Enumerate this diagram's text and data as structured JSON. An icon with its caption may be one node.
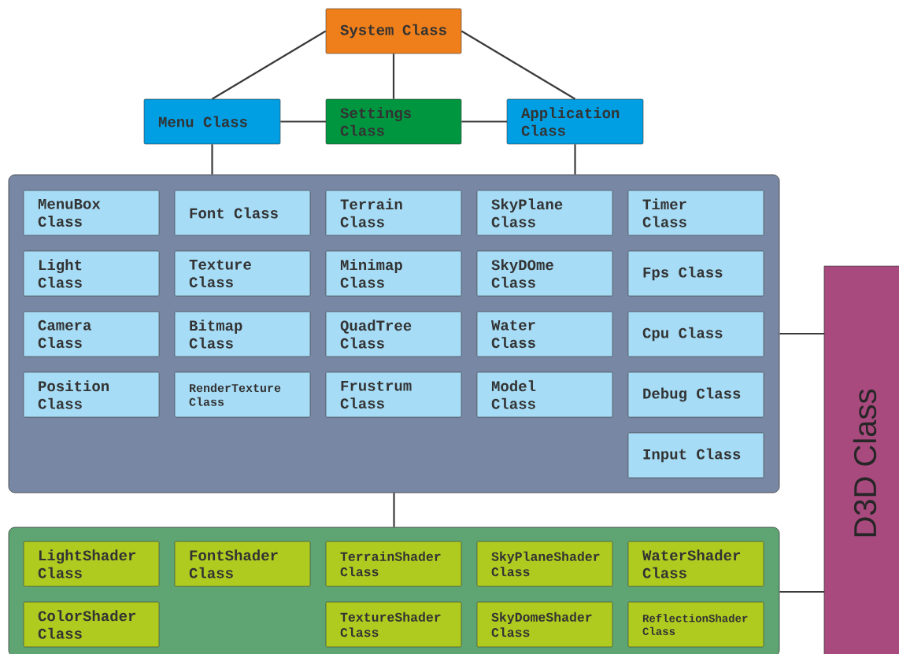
{
  "diagram": {
    "nodes": [
      {
        "text": [
          "System Class"
        ]
      },
      {
        "text": [
          "Menu Class"
        ]
      },
      {
        "text": [
          "Settings Class"
        ]
      },
      {
        "text": [
          "Application Class"
        ]
      },
      {
        "text": [],
        "shape": "box"
      },
      {
        "text": [
          "MenuBox Class"
        ],
        "in": 4
      },
      {
        "text": [
          "Font Class"
        ],
        "in": 4
      },
      {
        "text": [
          "Terrain Class"
        ],
        "in": 4
      },
      {
        "text": [
          "SkyPlane Class"
        ],
        "in": 4
      },
      {
        "text": [
          "Timer Class"
        ],
        "in": 4
      },
      {
        "text": [
          "Light Class"
        ],
        "in": 4
      },
      {
        "text": [
          "Texture Class"
        ],
        "in": 4
      },
      {
        "text": [
          "Minimap Class"
        ],
        "in": 4
      },
      {
        "text": [
          "SkyDOme Class"
        ],
        "in": 4
      },
      {
        "text": [
          "Fps Class"
        ],
        "in": 4
      },
      {
        "text": [
          "Camera Class"
        ],
        "in": 4
      },
      {
        "text": [
          "Bitmap Class"
        ],
        "in": 4
      },
      {
        "text": [
          "QuadTree Class"
        ],
        "in": 4
      },
      {
        "text": [
          "Water Class"
        ],
        "in": 4
      },
      {
        "text": [
          "Cpu Class"
        ],
        "in": 4
      },
      {
        "text": [
          "Position Class"
        ],
        "in": 4
      },
      {
        "text": [
          "RenderTexture Class"
        ],
        "in": 4
      },
      {
        "text": [
          "Frustrum Class"
        ],
        "in": 4
      },
      {
        "text": [
          "Model Class"
        ],
        "in": 4
      },
      {
        "text": [
          "Debug Class"
        ],
        "in": 4
      },
      {
        "text": [
          "Input Class"
        ],
        "in": 4
      },
      {
        "text": [],
        "shape": "box"
      },
      {
        "text": [
          "LightShader Class"
        ],
        "in": 26
      },
      {
        "text": [
          "FontShader Class"
        ],
        "in": 26
      },
      {
        "text": [
          "TerrainShader Class"
        ],
        "in": 26
      },
      {
        "text": [
          "SkyPlaneShader Class"
        ],
        "in": 26
      },
      {
        "text": [
          "WaterShader Class"
        ],
        "in": 26
      },
      {
        "text": [
          "ColorShader Class"
        ],
        "in": 26
      },
      {
        "text": [
          "TextureShader Class"
        ],
        "in": 26
      },
      {
        "text": [
          "SkyDomeShader Class"
        ],
        "in": 26
      },
      {
        "text": [
          "ReflectionShader Class"
        ],
        "in": 26
      },
      {
        "text": [
          "D3D Class"
        ]
      }
    ],
    "edges": [
      {
        "from": 0,
        "to": 1,
        "arrow": "none"
      },
      {
        "from": 0,
        "to": 2,
        "arrow": "none"
      },
      {
        "from": 0,
        "to": 3,
        "arrow": "none"
      },
      {
        "from": 1,
        "to": 2,
        "arrow": "none"
      },
      {
        "from": 2,
        "to": 3,
        "arrow": "none"
      },
      {
        "from": 1,
        "to": 4,
        "arrow": "none"
      },
      {
        "from": 3,
        "to": 4,
        "arrow": "none"
      },
      {
        "from": 4,
        "to": 26,
        "arrow": "none"
      },
      {
        "from": 4,
        "to": 36,
        "arrow": "none"
      },
      {
        "from": 26,
        "to": 36,
        "arrow": "none"
      }
    ]
  }
}
